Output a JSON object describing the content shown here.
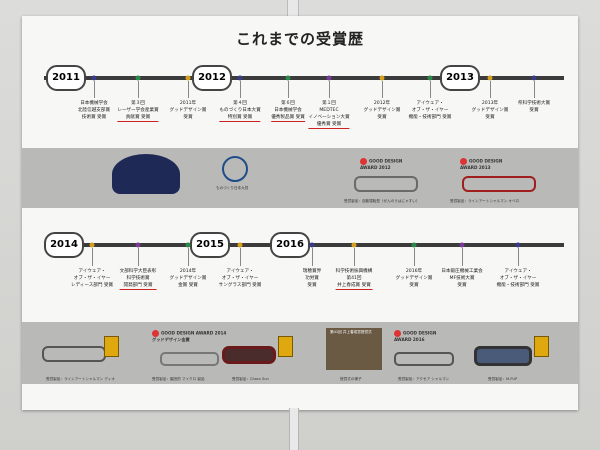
{
  "title": "これまでの受賞歴",
  "timeline1": {
    "years": [
      "2011",
      "2012",
      "2013"
    ],
    "awards": [
      {
        "text": "日本機械学会\n北陸信越支部賞\n技術賞 受賞",
        "red": false
      },
      {
        "text": "第３回\nレーザー学会産業賞\n貢献賞 受賞",
        "red": true
      },
      {
        "text": "2011年\nグッドデザイン賞\n受賞",
        "red": false
      },
      {
        "text": "第４回\nものづくり日本大賞\n特別賞 受賞",
        "red": true
      },
      {
        "text": "第６回\n日本機械学会\n優秀製品賞 受賞",
        "red": true
      },
      {
        "text": "第１回\nMEDTEC\nイノベーション大賞\n優秀賞 受賞",
        "red": true
      },
      {
        "text": "2012年\nグッドデザイン賞\n受賞",
        "red": false
      },
      {
        "text": "アイウェア・\nオブ・ザ・イヤー\n機能・技術部門 受賞",
        "red": false
      },
      {
        "text": "2013年\nグッドデザイン賞\n受賞",
        "red": false
      },
      {
        "text": "県科学技術大賞\n受賞",
        "red": false
      }
    ],
    "gd2012": "GOOD DESIGN\nAWARD 2012",
    "gd2013": "GOOD DESIGN\nAWARD 2013",
    "cap1": "受賞製品：自動運転型（ぜんのうはにゃすい）",
    "cap2": "受賞製品：ラインアートシャルマン オベロ",
    "monodzukuri": "ものづくり日本大賞"
  },
  "timeline2": {
    "years": [
      "2014",
      "2015",
      "2016"
    ],
    "awards": [
      {
        "text": "アイウェア・\nオブ・ザ・イヤー\nレディース部門 受賞",
        "red": false
      },
      {
        "text": "文部科学大臣表彰\n科学技術賞\n開発部門 受賞",
        "red": true
      },
      {
        "text": "2014年\nグッドデザイン賞\n金賞 受賞",
        "red": false
      },
      {
        "text": "アイウェア・\nオブ・ザ・イヤー\nサングラス部門 受賞",
        "red": false
      },
      {
        "text": "瑞穂賞界\n功労賞\n受賞",
        "red": false
      },
      {
        "text": "科学技術振興機構\n第41回\n井上春成賞 受賞",
        "red": true
      },
      {
        "text": "2016年\nグッドデザイン賞\n受賞",
        "red": false
      },
      {
        "text": "日本鍛圧機械工業会\nMF技術大賞\n受賞",
        "red": false
      },
      {
        "text": "アイウェア・\nオブ・ザ・イヤー\n機能・技術部門 受賞",
        "red": false
      }
    ],
    "gd2014": "GOOD DESIGN AWARD 2014\nグッドデザイン金賞",
    "gd2016": "GOOD DESIGN\nAWARD 2016",
    "inoue": "第41回 井上春成賞授賞式",
    "cap1": "受賞製品：ラインアートシャルマン ディオ",
    "cap2": "受賞製品：脇田的 マイクロ 製品",
    "cap3": "受賞製品：Chocs Sun",
    "cap4": "授賞式の様子",
    "cap5": "受賞製品：アクセア シャルマン",
    "cap6": "受賞製品：M-FUP"
  }
}
